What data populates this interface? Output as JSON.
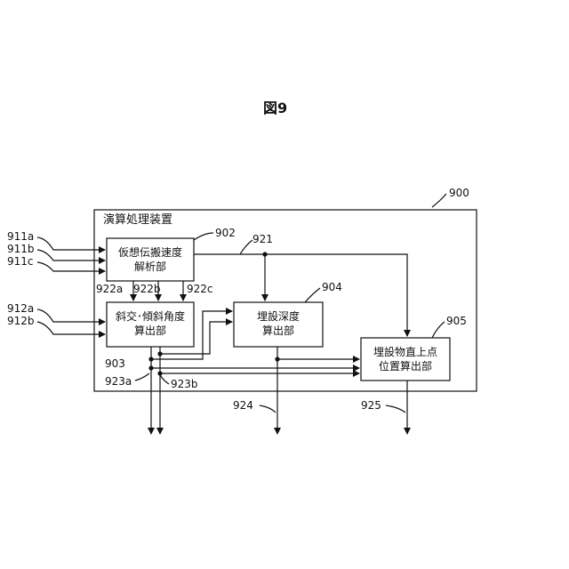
{
  "figure_title": "図9",
  "outer": {
    "ref": "900",
    "label": "演算処理装置"
  },
  "blocks": {
    "b902": {
      "ref": "902",
      "line1": "仮想伝搬速度",
      "line2": "解析部"
    },
    "b903": {
      "ref": "903",
      "line1": "斜交･傾斜角度",
      "line2": "算出部"
    },
    "b904": {
      "ref": "904",
      "line1": "埋設深度",
      "line2": "算出部"
    },
    "b905": {
      "ref": "905",
      "line1": "埋設物直上点",
      "line2": "位置算出部"
    }
  },
  "signals": {
    "s911a": "911a",
    "s911b": "911b",
    "s911c": "911c",
    "s912a": "912a",
    "s912b": "912b",
    "s921": "921",
    "s922a": "922a",
    "s922b": "922b",
    "s922c": "922c",
    "s923a": "923a",
    "s923b": "923b",
    "s924": "924",
    "s925": "925"
  }
}
